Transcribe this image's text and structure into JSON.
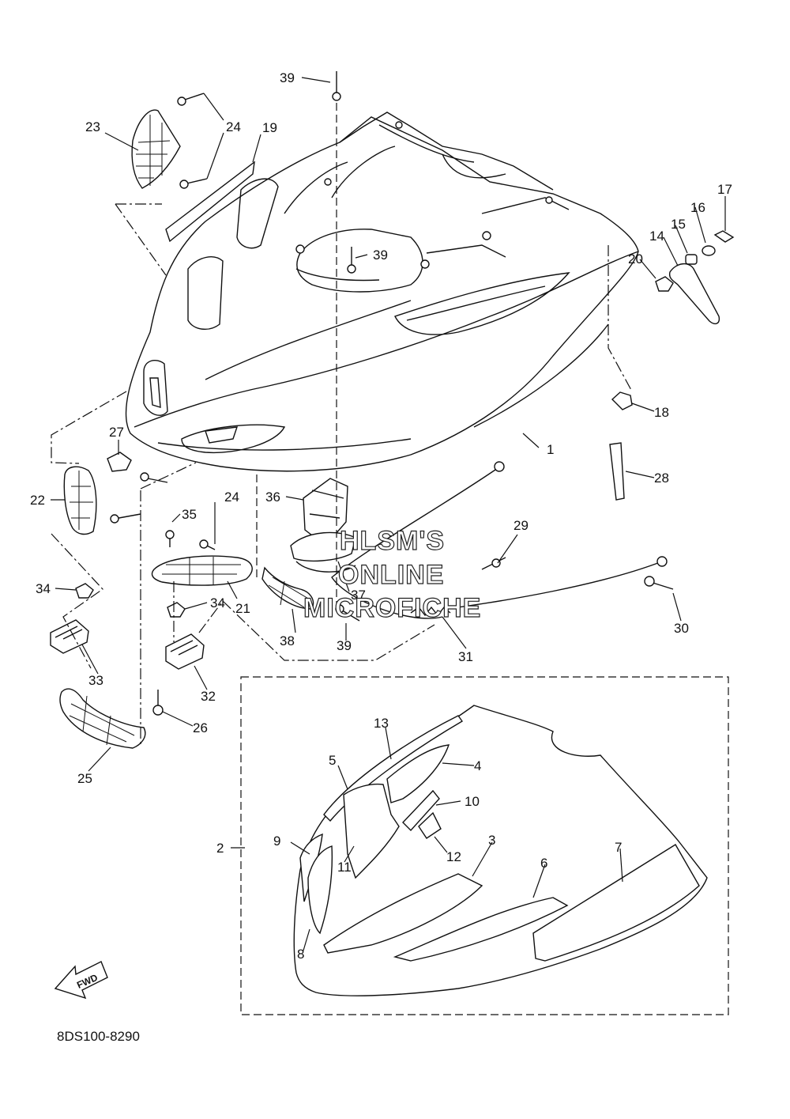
{
  "diagram": {
    "drawing_code": "8DS100-8290",
    "direction_label": "FWD",
    "watermark": [
      "HLSM'S",
      "ONLINE",
      "MICROFICHE"
    ],
    "callouts": [
      "1",
      "2",
      "3",
      "4",
      "5",
      "6",
      "7",
      "8",
      "9",
      "10",
      "11",
      "12",
      "13",
      "14",
      "15",
      "16",
      "17",
      "18",
      "19",
      "20",
      "21",
      "22",
      "23",
      "24",
      "25",
      "26",
      "27",
      "28",
      "29",
      "30",
      "31",
      "32",
      "33",
      "34",
      "35",
      "36",
      "37",
      "38",
      "39"
    ],
    "colors": {
      "ink": "#111111",
      "paper": "#ffffff"
    }
  }
}
